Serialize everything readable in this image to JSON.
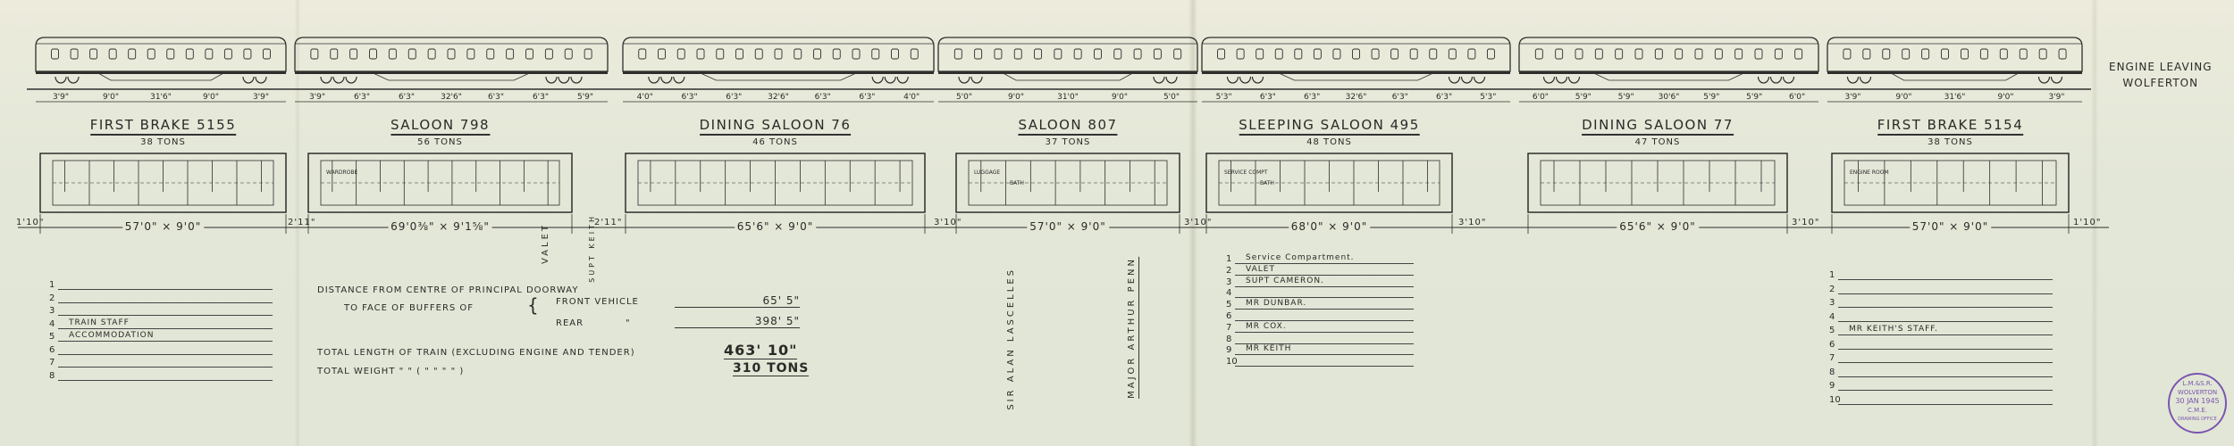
{
  "train": {
    "cars": [
      {
        "name": "FIRST BRAKE 5155",
        "tons": "38 TONS",
        "size": "57'0\" × 9'0\"",
        "wheelbase": [
          "3'9\"",
          "9'0\"",
          "31'6\"",
          "9'0\"",
          "3'9\""
        ],
        "labels": []
      },
      {
        "name": "SALOON 798",
        "tons": "56 TONS",
        "size": "69'0⅜\" × 9'1⅝\"",
        "wheelbase": [
          "3'9\"",
          "6'3\"",
          "6'3\"",
          "32'6\"",
          "6'3\"",
          "6'3\"",
          "5'9\""
        ],
        "labels": [
          "WARDROBE"
        ]
      },
      {
        "name": "DINING SALOON 76",
        "tons": "46 TONS",
        "size": "65'6\" × 9'0\"",
        "wheelbase": [
          "4'0\"",
          "6'3\"",
          "6'3\"",
          "32'6\"",
          "6'3\"",
          "6'3\"",
          "4'0\""
        ],
        "labels": []
      },
      {
        "name": "SALOON 807",
        "tons": "37 TONS",
        "size": "57'0\" × 9'0\"",
        "wheelbase": [
          "5'0\"",
          "9'0\"",
          "31'0\"",
          "9'0\"",
          "5'0\""
        ],
        "labels": [
          "LUGGAGE",
          "BATH"
        ]
      },
      {
        "name": "SLEEPING SALOON 495",
        "tons": "48 TONS",
        "size": "68'0\" × 9'0\"",
        "wheelbase": [
          "5'3\"",
          "6'3\"",
          "6'3\"",
          "32'6\"",
          "6'3\"",
          "6'3\"",
          "5'3\""
        ],
        "labels": [
          "SERVICE COMPT",
          "BATH"
        ]
      },
      {
        "name": "DINING SALOON 77",
        "tons": "47 TONS",
        "size": "65'6\" × 9'0\"",
        "wheelbase": [
          "6'0\"",
          "5'9\"",
          "5'9\"",
          "30'6\"",
          "5'9\"",
          "5'9\"",
          "6'0\""
        ],
        "labels": []
      },
      {
        "name": "FIRST BRAKE 5154",
        "tons": "38 TONS",
        "size": "57'0\" × 9'0\"",
        "wheelbase": [
          "3'9\"",
          "9'0\"",
          "31'6\"",
          "9'0\"",
          "3'9\""
        ],
        "labels": [
          "ENGINE ROOM"
        ]
      }
    ],
    "gaps": [
      "1'10\"",
      "2'11\"",
      "2'11\"",
      "3'10\"",
      "3'10\"",
      "3'10\"",
      "3'10\"",
      "1'10\""
    ],
    "engine_note": [
      "ENGINE LEAVING",
      "WOLFERTON"
    ],
    "vertical_labels": {
      "valet": "VALET",
      "supt": "SUPT KEITH",
      "lascelles": "SIR ALAN LASCELLES",
      "penn": "MAJOR ARTHUR PENN"
    }
  },
  "left_list": {
    "rows": [
      {
        "n": "1",
        "text": ""
      },
      {
        "n": "2",
        "text": ""
      },
      {
        "n": "3",
        "text": ""
      },
      {
        "n": "4",
        "text": "TRAIN STAFF"
      },
      {
        "n": "5",
        "text": "ACCOMMODATION"
      },
      {
        "n": "6",
        "text": ""
      },
      {
        "n": "7",
        "text": ""
      },
      {
        "n": "8",
        "text": ""
      }
    ]
  },
  "summary": {
    "distance_heading": "DISTANCE FROM CENTRE OF PRINCIPAL DOORWAY",
    "to_face": "TO FACE OF BUFFERS OF",
    "front_label": "FRONT VEHICLE",
    "front_value": "65' 5\"",
    "rear_label": "REAR",
    "rear_ditto": "\"",
    "rear_value": "398' 5\"",
    "total_length_label": "TOTAL LENGTH OF TRAIN (EXCLUDING ENGINE AND TENDER)",
    "total_length_value": "463' 10\"",
    "total_weight_label": "TOTAL WEIGHT  \"   \"   (   \"     \"     \"    \" )",
    "total_weight_value": "310 TONS"
  },
  "middle_list": {
    "rows": [
      {
        "n": "1",
        "text": "Service Compartment."
      },
      {
        "n": "2",
        "text": "VALET"
      },
      {
        "n": "3",
        "text": "SUPT CAMERON."
      },
      {
        "n": "4",
        "text": ""
      },
      {
        "n": "5",
        "text": "MR DUNBAR."
      },
      {
        "n": "6",
        "text": ""
      },
      {
        "n": "7",
        "text": "MR COX."
      },
      {
        "n": "8",
        "text": ""
      },
      {
        "n": "9",
        "text": "MR KEITH"
      },
      {
        "n": "10",
        "text": ""
      }
    ]
  },
  "right_list": {
    "rows": [
      {
        "n": "1",
        "text": ""
      },
      {
        "n": "2",
        "text": ""
      },
      {
        "n": "3",
        "text": ""
      },
      {
        "n": "4",
        "text": ""
      },
      {
        "n": "5",
        "text": "MR KEITH'S STAFF."
      },
      {
        "n": "6",
        "text": ""
      },
      {
        "n": "7",
        "text": ""
      },
      {
        "n": "8",
        "text": ""
      },
      {
        "n": "9",
        "text": ""
      },
      {
        "n": "10",
        "text": ""
      }
    ]
  },
  "stamp": {
    "line1": "L.M.&S.R.",
    "line2": "WOLVERTON",
    "date": "30 JAN 1945",
    "line4": "C.M.E.",
    "line5": "DRAWING OFFICE",
    "color": "#7a55b0"
  }
}
